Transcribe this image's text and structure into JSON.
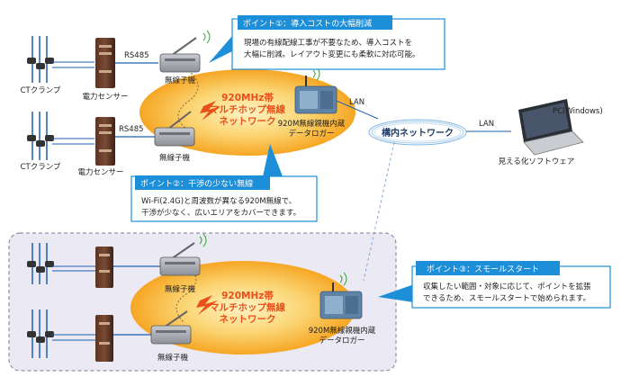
{
  "points": [
    {
      "title": "ポイント①：導入コストの大幅削減",
      "desc": [
        "現場の有線配線工事が不要なため、導入コストを",
        "大幅に削減。レイアウト変更にも柔軟に対応可能。"
      ]
    },
    {
      "title": "ポイント②：干渉の少ない無線",
      "desc": [
        "Wi-Fi(2.4G)と周波数が異なる920M無線で、",
        "干渉が少なく、広いエリアをカバーできます。"
      ]
    },
    {
      "title": "ポイント③：スモールスタート",
      "desc": [
        "収集したい範囲・対象に応じて、ポイントを拡張",
        "できるため、スモールスタートで始められます。"
      ]
    }
  ],
  "labels": {
    "ct_clamp": "CTクランプ",
    "power_sensor": "電力センサー",
    "rs485": "RS485",
    "wireless_child": "無線子機",
    "network": [
      "920MHz帯",
      "マルチホップ無線",
      "ネットワーク"
    ],
    "logger": [
      "920M無線親機内蔵",
      "データロガー"
    ],
    "lan": "LAN",
    "intranet": "構内ネットワーク",
    "pc": "PC(Windows)",
    "software": "見える化ソフトウェア"
  },
  "colors": {
    "accent_blue": "#1d8fd8",
    "network_orange": "#f6a623",
    "network_text": "#e8501a",
    "lower_panel": "#ebe9f4"
  }
}
